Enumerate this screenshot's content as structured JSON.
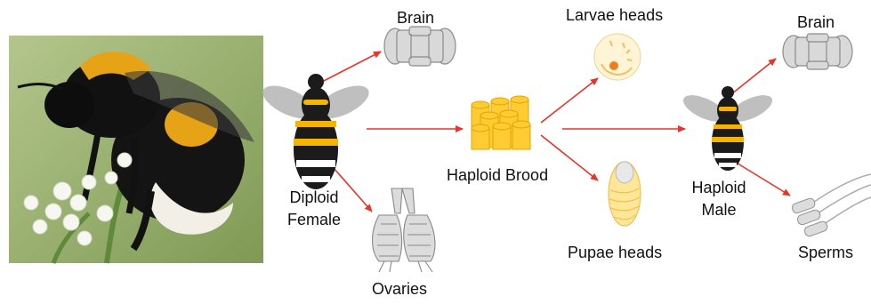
{
  "labels": {
    "brain_female": "Brain",
    "ovaries": "Ovaries",
    "diploid": "Diploid",
    "female": "Female",
    "haploid_brood": "Haploid Brood",
    "larvae_heads": "Larvae heads",
    "pupae_heads": "Pupae heads",
    "haploid": "Haploid",
    "male": "Male",
    "brain_male": "Brain",
    "sperms": "Sperms"
  },
  "colors": {
    "arrow": "#e8342a",
    "bee_black": "#1b1b1b",
    "bee_yellow": "#f4b400",
    "wing": "#b8b8b8",
    "organ_gray": "#d9d9d9",
    "organ_stroke": "#8c8c8c",
    "brood_yellow": "#ffcc33",
    "larva_fill": "#fff4d6"
  }
}
